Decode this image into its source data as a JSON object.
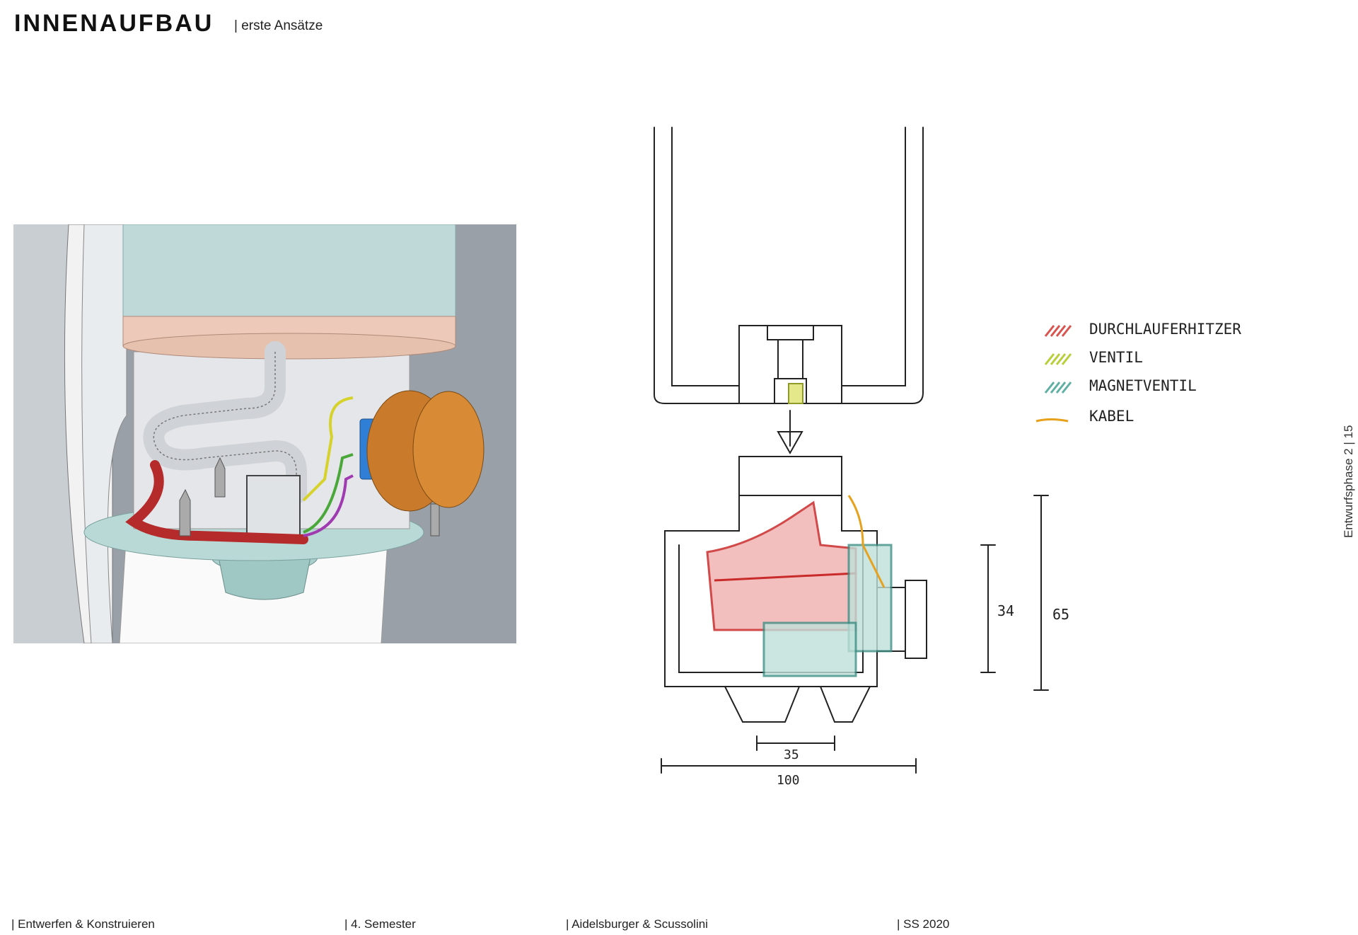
{
  "header": {
    "title": "INNENAUFBAU",
    "subtitle": "| erste Ansätze"
  },
  "side": {
    "label": "Entwurfsphase 2   |   15"
  },
  "legend": [
    {
      "label": "DURCHLAUFERHITZER",
      "color": "#d9534f"
    },
    {
      "label": "VENTIL",
      "color": "#b8cf3a"
    },
    {
      "label": "MAGNETVENTIL",
      "color": "#5fb0a3"
    },
    {
      "label": "KABEL",
      "color": "#e6a21c"
    }
  ],
  "dimensions": {
    "height_inner": "34",
    "height_total": "65",
    "width_outlet": "35",
    "width_total": "100"
  },
  "footer": {
    "course": "|   Entwerfen & Konstruieren",
    "semester": "|   4. Semester",
    "authors": "|   Aidelsburger &  Scussolini",
    "term": "|   SS 2020"
  }
}
